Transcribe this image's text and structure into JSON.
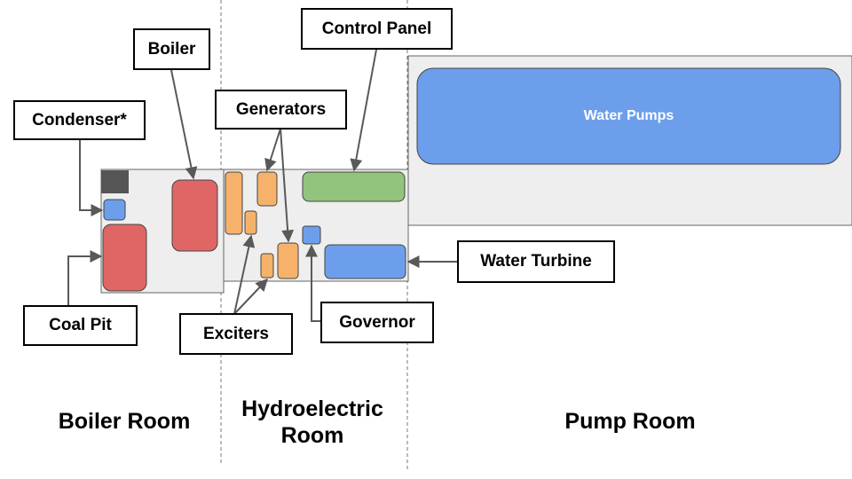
{
  "colors": {
    "background": "#ffffff",
    "room_fill": "#eeeeee",
    "room_stroke": "#666666",
    "boiler_red": "#e06666",
    "generator_orange": "#f6b26b",
    "control_green": "#93c47d",
    "machine_blue": "#6d9eeb",
    "dark_block": "#555555",
    "arrow": "#595959"
  },
  "labels": {
    "boiler": "Boiler",
    "control_panel": "Control Panel",
    "generators": "Generators",
    "condenser": "Condenser*",
    "water_pumps": "Water Pumps",
    "water_turbine": "Water Turbine",
    "coal_pit": "Coal Pit",
    "exciters": "Exciters",
    "governor": "Governor"
  },
  "rooms": {
    "boiler_room": "Boiler Room",
    "hydroelectric_room_line1": "Hydroelectric",
    "hydroelectric_room_line2": "Room",
    "pump_room": "Pump Room"
  }
}
